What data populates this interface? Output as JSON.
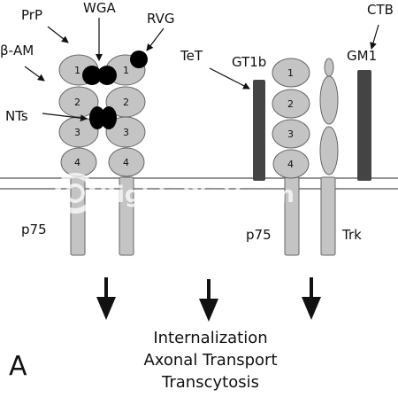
{
  "labels": {
    "prp": "PrP",
    "wga": "WGA",
    "rvg": "RVG",
    "beta_am": "β-AM",
    "nts": "NTs",
    "tet": "TeT",
    "gt1b": "GT1b",
    "ctb": "CTB",
    "gm1": "GM1",
    "p75_left": "p75",
    "p75_right": "p75",
    "trk": "Trk"
  },
  "domains": {
    "d1": "1",
    "d2": "2",
    "d3": "3",
    "d4": "4"
  },
  "caption": {
    "line1": "Internalization",
    "line2": "Axonal Transport",
    "line3": "Transcytosis"
  },
  "panel_label": "A",
  "watermark": "RightsPlatform",
  "colors": {
    "receptor_fill": "#c4c4c4",
    "ganglioside_fill": "#444444",
    "ligand_fill": "#000000",
    "membrane": "#555555"
  }
}
